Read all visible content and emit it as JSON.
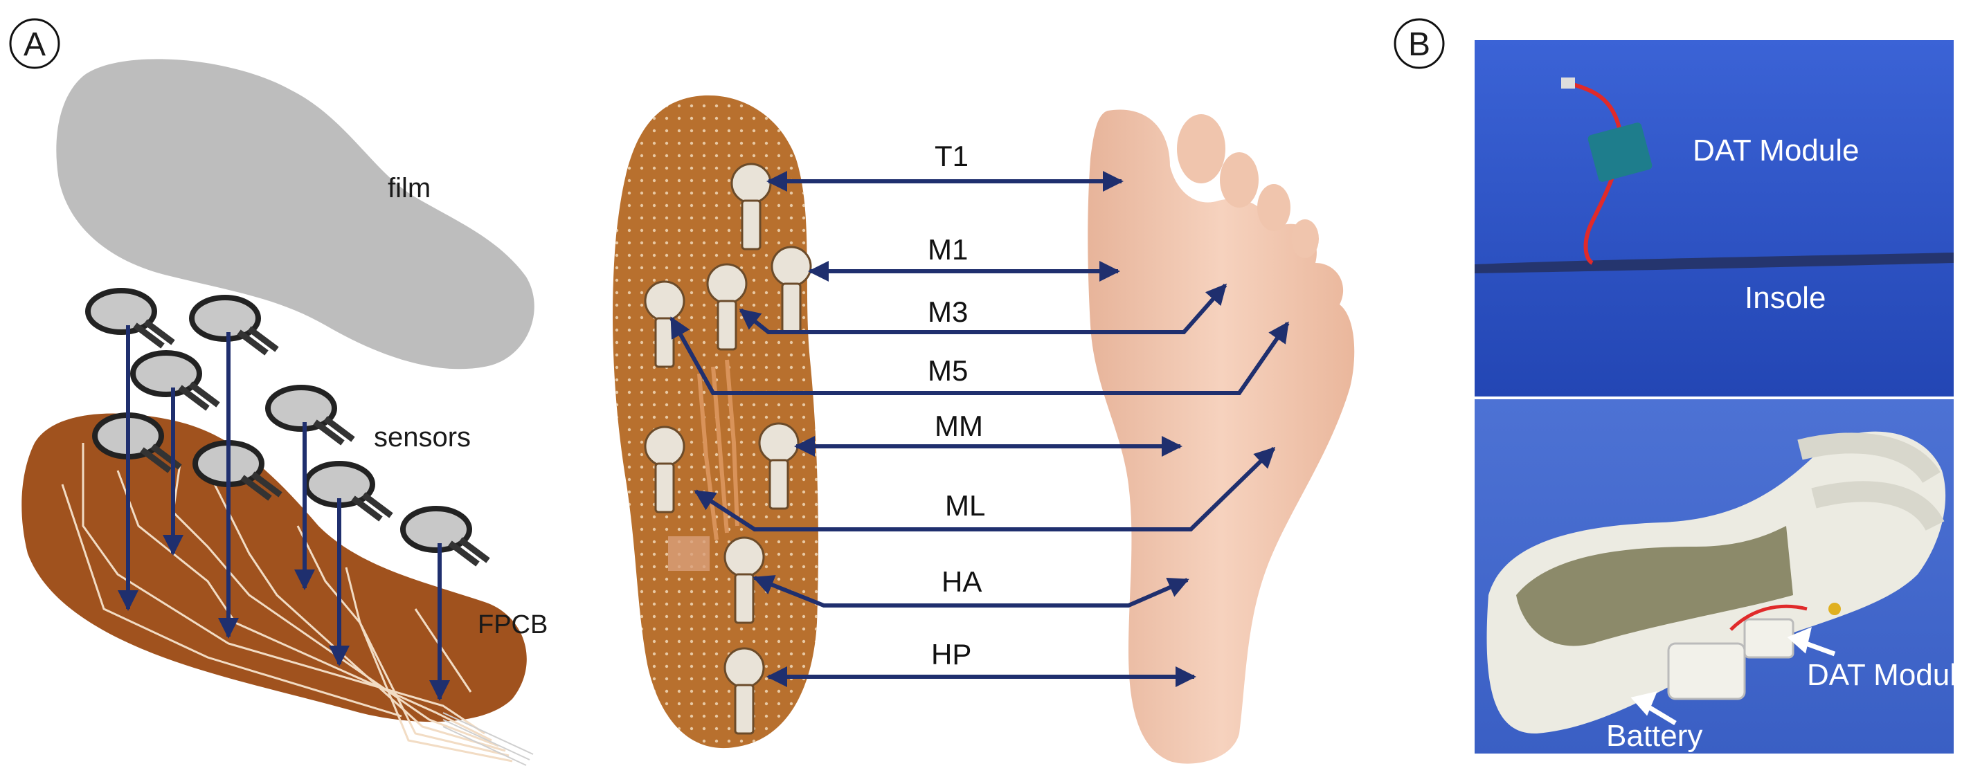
{
  "panel_a": {
    "panel_label": "A",
    "layer_labels": {
      "film": "film",
      "sensors": "sensors",
      "fpcb": "FPCB"
    },
    "sensor_labels": [
      "T1",
      "M1",
      "M3",
      "M5",
      "MM",
      "ML",
      "HA",
      "HP"
    ]
  },
  "panel_b": {
    "panel_label": "B",
    "top_photo": {
      "module_label": "DAT Module",
      "insole_label": "Insole"
    },
    "bottom_photo": {
      "module_label": "DAT Module",
      "battery_label": "Battery"
    }
  },
  "colors": {
    "arrow": "#1f2f6e",
    "fpcb_brown": "#a0521e",
    "film_gray": "#bdbdbd",
    "photo_blue": "#2f57c8"
  }
}
